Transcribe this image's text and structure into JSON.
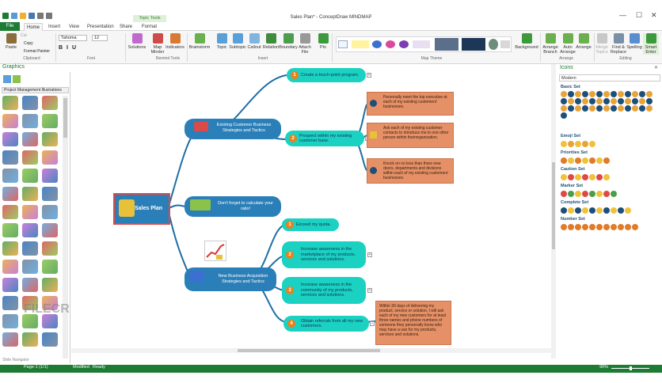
{
  "window": {
    "title": "Sales Plan* - ConceptDraw MINDMAP",
    "topic_tools": "Topic Tools"
  },
  "menu": [
    "File",
    "Home",
    "Insert",
    "View",
    "Presentation",
    "Share",
    "Format"
  ],
  "ribbon": {
    "clipboard": {
      "paste": "Paste",
      "cut": "Cut",
      "copy": "Copy",
      "format_painter": "Format Painter",
      "group": "Clipboard"
    },
    "font": {
      "name": "Tahoma",
      "size": "12",
      "group": "Font"
    },
    "remind": {
      "solutions": "Solutions",
      "map_minder": "Map Minder",
      "indicators": "Indicators",
      "group": "Remind Tools"
    },
    "insert": {
      "brainstorm": "Brainstorm",
      "topic": "Topic",
      "subtopic": "Subtopic",
      "callout": "Callout",
      "relation": "Relation",
      "boundary": "Boundary",
      "attach_file": "Attach File",
      "pin": "Pin",
      "group": "Insert"
    },
    "map_theme": {
      "group": "Map Theme",
      "background": "Background"
    },
    "arrange": {
      "arrange_branch": "Arrange Branch",
      "auto_arrange": "Auto Arrange",
      "arrange": "Arrange",
      "group": "Arrange"
    },
    "editing": {
      "merge_topics": "Merge Topics",
      "find_replace": "Find & Replace",
      "spelling": "Spelling",
      "smart_enter": "Smart Enter",
      "group": "Editing"
    }
  },
  "left_panel": {
    "title": "Graphics",
    "category": "Project Management Illustrations",
    "footer": "Slide Navigator"
  },
  "right_panel": {
    "title": "Icons",
    "preset": "Modern",
    "sets": [
      "Basic Set",
      "Emoji Set",
      "Priorities Set",
      "Caution Set",
      "Marker Set",
      "Complete Set",
      "Number Set"
    ]
  },
  "map": {
    "central": "Sales Plan",
    "branch1": "Existing Customer Business Strategies and Tactics",
    "branch2": "Don't forget to calculate your ratio!",
    "branch3": "New Business Acquisition Strategies and Tactics",
    "t1": {
      "num": "1",
      "text": "Create a touch-point program."
    },
    "t2": {
      "num": "2",
      "text": "Prospect within my existing customer base."
    },
    "n1": "Personally meet the top executive at each of my existing customers' businesses.",
    "n2": "Ask each of my existing customer contacts to introduce me to one other person within theirorganization.",
    "n3": "Knock on no less than three new doors, departments and divisions within each of my existing customers' businesses.",
    "t3": {
      "num": "1",
      "text": "Exceed my quota."
    },
    "t4": {
      "num": "2",
      "text": "Increase awareness in the marketplace of my products, services and solutions."
    },
    "t5": {
      "num": "3",
      "text": "Increase awareness in the community of my products, services and solutions."
    },
    "t6": {
      "num": "4",
      "text": "Obtain referrals from all my new customers."
    },
    "n4": "Within 30 days of delivering my product, service or solution, I will ask each of my new customers for at least three names and phone numbers of someone they personally know who may have a use for my products, services and solutions."
  },
  "status": {
    "page": "Page-1 (1/1)",
    "modified": "Modified",
    "ready": "Ready",
    "zoom": "90%"
  },
  "watermark": "FILECR",
  "colors": {
    "accent": "#1e7b34",
    "branch": "#2b7fb8",
    "topic": "#1bd1c1",
    "note": "#e59066",
    "number": "#ef7f1a",
    "frame": "#e04848"
  }
}
